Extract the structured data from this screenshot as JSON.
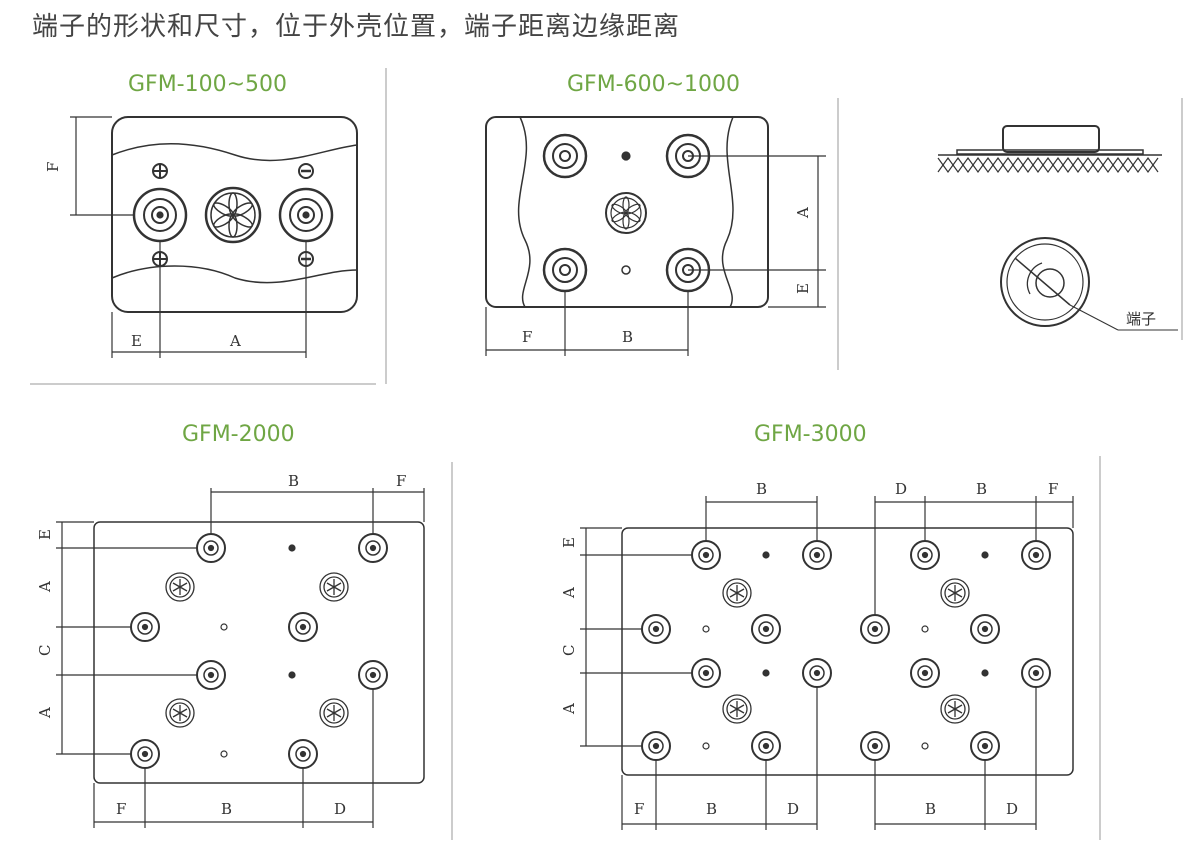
{
  "heading": "端子的形状和尺寸，位于外壳位置，端子距离边缘距离",
  "models": {
    "m1": "GFM-100~500",
    "m2": "GFM-600~1000",
    "m3": "GFM-2000",
    "m4": "GFM-3000"
  },
  "side_view": {
    "terminal_label": "端子"
  },
  "dims": {
    "A": "A",
    "B": "B",
    "C": "C",
    "D": "D",
    "E": "E",
    "F": "F"
  },
  "polarity": {
    "plus": "+",
    "minus": "−"
  },
  "colors": {
    "title": "#6fa644",
    "line": "#333333"
  }
}
